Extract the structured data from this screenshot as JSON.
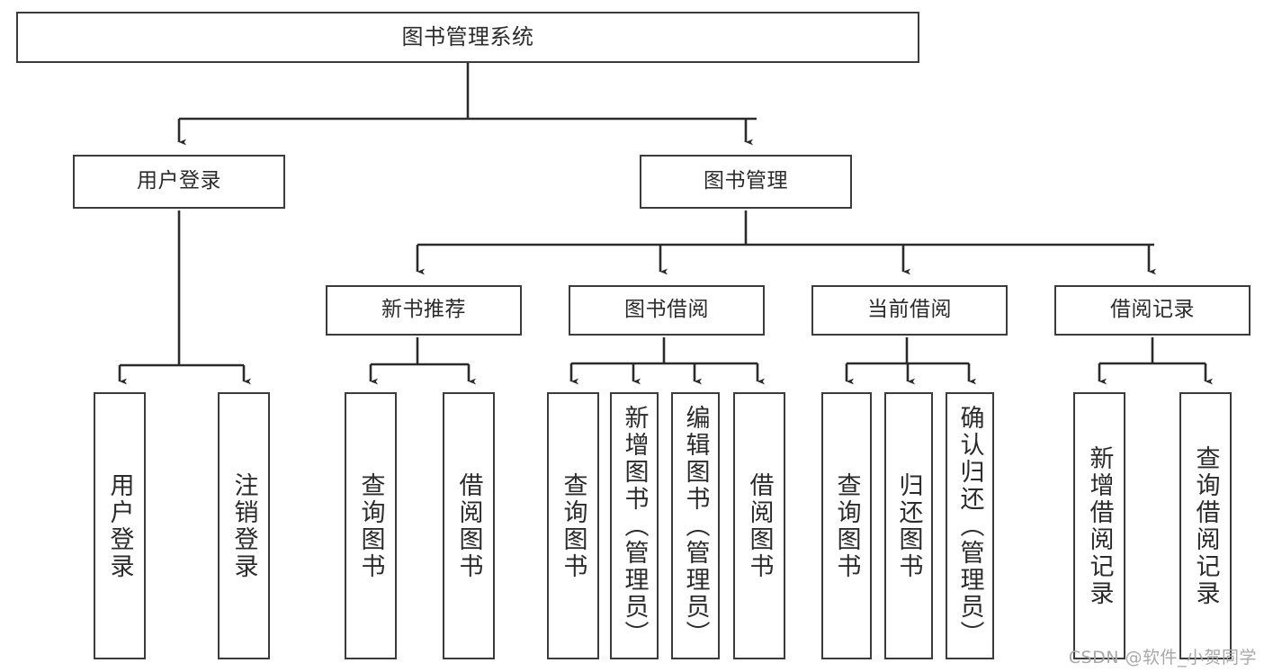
{
  "diagram": {
    "title": "图书管理系统",
    "type": "tree-hierarchy",
    "colors": {
      "stroke": "#3c3c3c",
      "fill": "#ffffff",
      "text": "#2b2b2b",
      "watermark": "#a8a8a8"
    },
    "nodes": {
      "root": {
        "label": "图书管理系统"
      },
      "level2": [
        {
          "id": "user-login",
          "label": "用户登录"
        },
        {
          "id": "book-management",
          "label": "图书管理"
        }
      ],
      "level3": [
        {
          "id": "new-book-recommend",
          "label": "新书推荐"
        },
        {
          "id": "book-borrow",
          "label": "图书借阅"
        },
        {
          "id": "current-borrow",
          "label": "当前借阅"
        },
        {
          "id": "borrow-record",
          "label": "借阅记录"
        }
      ],
      "leaves": [
        {
          "id": "leaf-user-login",
          "label": "用户登录"
        },
        {
          "id": "leaf-logout-login",
          "label": "注销登录"
        },
        {
          "id": "leaf-query-book-1",
          "label": "查询图书"
        },
        {
          "id": "leaf-borrow-book-1",
          "label": "借阅图书"
        },
        {
          "id": "leaf-query-book-2",
          "label": "查询图书"
        },
        {
          "id": "leaf-add-book-admin",
          "label": "新增图书（管理员）"
        },
        {
          "id": "leaf-edit-book-admin",
          "label": "编辑图书（管理员）"
        },
        {
          "id": "leaf-borrow-book-2",
          "label": "借阅图书"
        },
        {
          "id": "leaf-query-book-3",
          "label": "查询图书"
        },
        {
          "id": "leaf-return-book",
          "label": "归还图书"
        },
        {
          "id": "leaf-confirm-return-admin",
          "label": "确认归还（管理员）"
        },
        {
          "id": "leaf-add-borrow-record",
          "label": "新增借阅记录"
        },
        {
          "id": "leaf-query-borrow-record",
          "label": "查询借阅记录"
        }
      ]
    },
    "watermark": "CSDN @软件_小贺同学"
  }
}
